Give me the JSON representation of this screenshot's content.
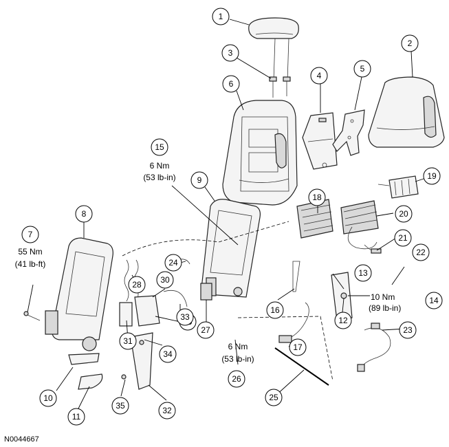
{
  "figure_id": "N0044667",
  "callouts": [
    "1",
    "2",
    "3",
    "4",
    "5",
    "6",
    "7",
    "8",
    "9",
    "10",
    "11",
    "12",
    "13",
    "14",
    "15",
    "16",
    "17",
    "18",
    "19",
    "20",
    "21",
    "22",
    "23",
    "24",
    "25",
    "26",
    "27",
    "28",
    "29",
    "30",
    "31",
    "32",
    "33",
    "34",
    "35"
  ],
  "torque_specs": {
    "spec_7": {
      "metric": "55 Nm",
      "imperial": "(41 lb-ft)"
    },
    "spec_14": {
      "metric": "10 Nm",
      "imperial": "(89 lb-in)"
    },
    "spec_15": {
      "metric": "6 Nm",
      "imperial": "(53 lb-in)"
    },
    "spec_26": {
      "metric": "6 Nm",
      "imperial": "(53 lb-in)"
    }
  }
}
